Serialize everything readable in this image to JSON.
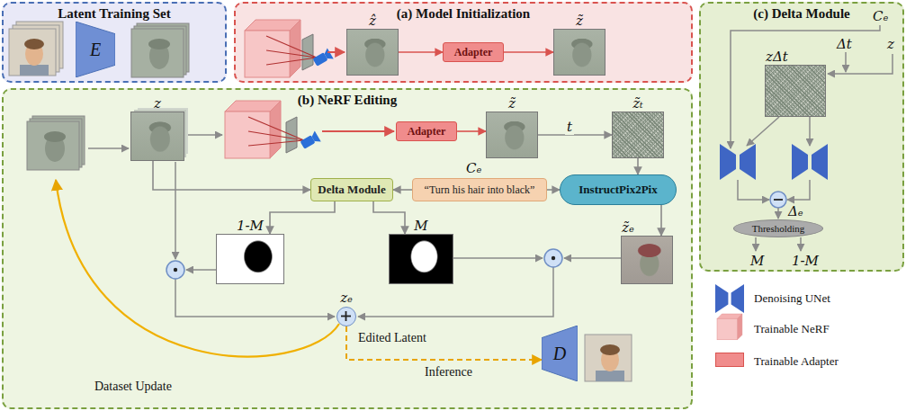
{
  "diagram": {
    "nodes": [
      {
        "text": [
          "Latent Training Set"
        ]
      },
      {
        "text": [
          "E"
        ],
        "in": 0
      },
      {
        "text": [
          "(a) Model Initialization"
        ]
      },
      {
        "text": [
          "ẑ"
        ],
        "in": 2
      },
      {
        "text": [
          "Adapter"
        ],
        "in": 2
      },
      {
        "text": [
          "z̃"
        ],
        "in": 2
      },
      {
        "text": [
          "(c) Delta Module"
        ]
      },
      {
        "text": [
          "zΔt"
        ],
        "in": 6
      },
      {
        "text": [
          "Thresholding"
        ],
        "in": 6
      },
      {
        "text": [
          "(b) NeRF Editing"
        ]
      },
      {
        "text": [
          "z"
        ],
        "in": 9
      },
      {
        "text": [
          "Adapter"
        ],
        "in": 9
      },
      {
        "text": [
          "z̃"
        ],
        "in": 9
      },
      {
        "text": [
          "z̃ₜ"
        ],
        "in": 9
      },
      {
        "text": [
          "Delta Module"
        ],
        "in": 9
      },
      {
        "text": [
          "“Turn his hair into black”"
        ],
        "in": 9
      },
      {
        "text": [
          "InstructPix2Pix"
        ],
        "in": 9
      },
      {
        "text": [
          "1-M"
        ],
        "in": 9
      },
      {
        "text": [
          "M"
        ],
        "in": 9
      },
      {
        "text": [
          "z̃ₑ"
        ],
        "in": 9
      },
      {
        "text": [
          "zₑ"
        ],
        "in": 9
      },
      {
        "text": [
          "D"
        ],
        "in": 9
      }
    ],
    "edges": [
      {
        "from": 3,
        "to": 4,
        "arrow": "to"
      },
      {
        "from": 4,
        "to": 5,
        "arrow": "to"
      },
      {
        "from": 11,
        "to": 12,
        "arrow": "to"
      },
      {
        "from": 12,
        "to": 13,
        "label": "t",
        "arrow": "to"
      },
      {
        "from": 13,
        "to": 16,
        "arrow": "to"
      },
      {
        "from": 15,
        "to": 16,
        "arrow": "to"
      },
      {
        "from": 15,
        "to": 14,
        "arrow": "to"
      },
      {
        "from": 10,
        "to": 14,
        "arrow": "to"
      },
      {
        "from": 14,
        "to": 17,
        "arrow": "to"
      },
      {
        "from": 14,
        "to": 18,
        "arrow": "to"
      },
      {
        "from": 16,
        "to": 19,
        "arrow": "to"
      },
      {
        "from": 20,
        "to": 21,
        "label": "Inference",
        "arrow": "to"
      }
    ],
    "labels": [
      "Cₑ",
      "Δt",
      "z",
      "Δₑ",
      "M",
      "1-M",
      "Cₑ",
      "Edited Latent",
      "Dataset Update"
    ],
    "legend": [
      {
        "text": "Denoising UNet"
      },
      {
        "text": "Trainable NeRF"
      },
      {
        "text": "Trainable Adapter",
        "color": "#f08c8c"
      }
    ]
  }
}
